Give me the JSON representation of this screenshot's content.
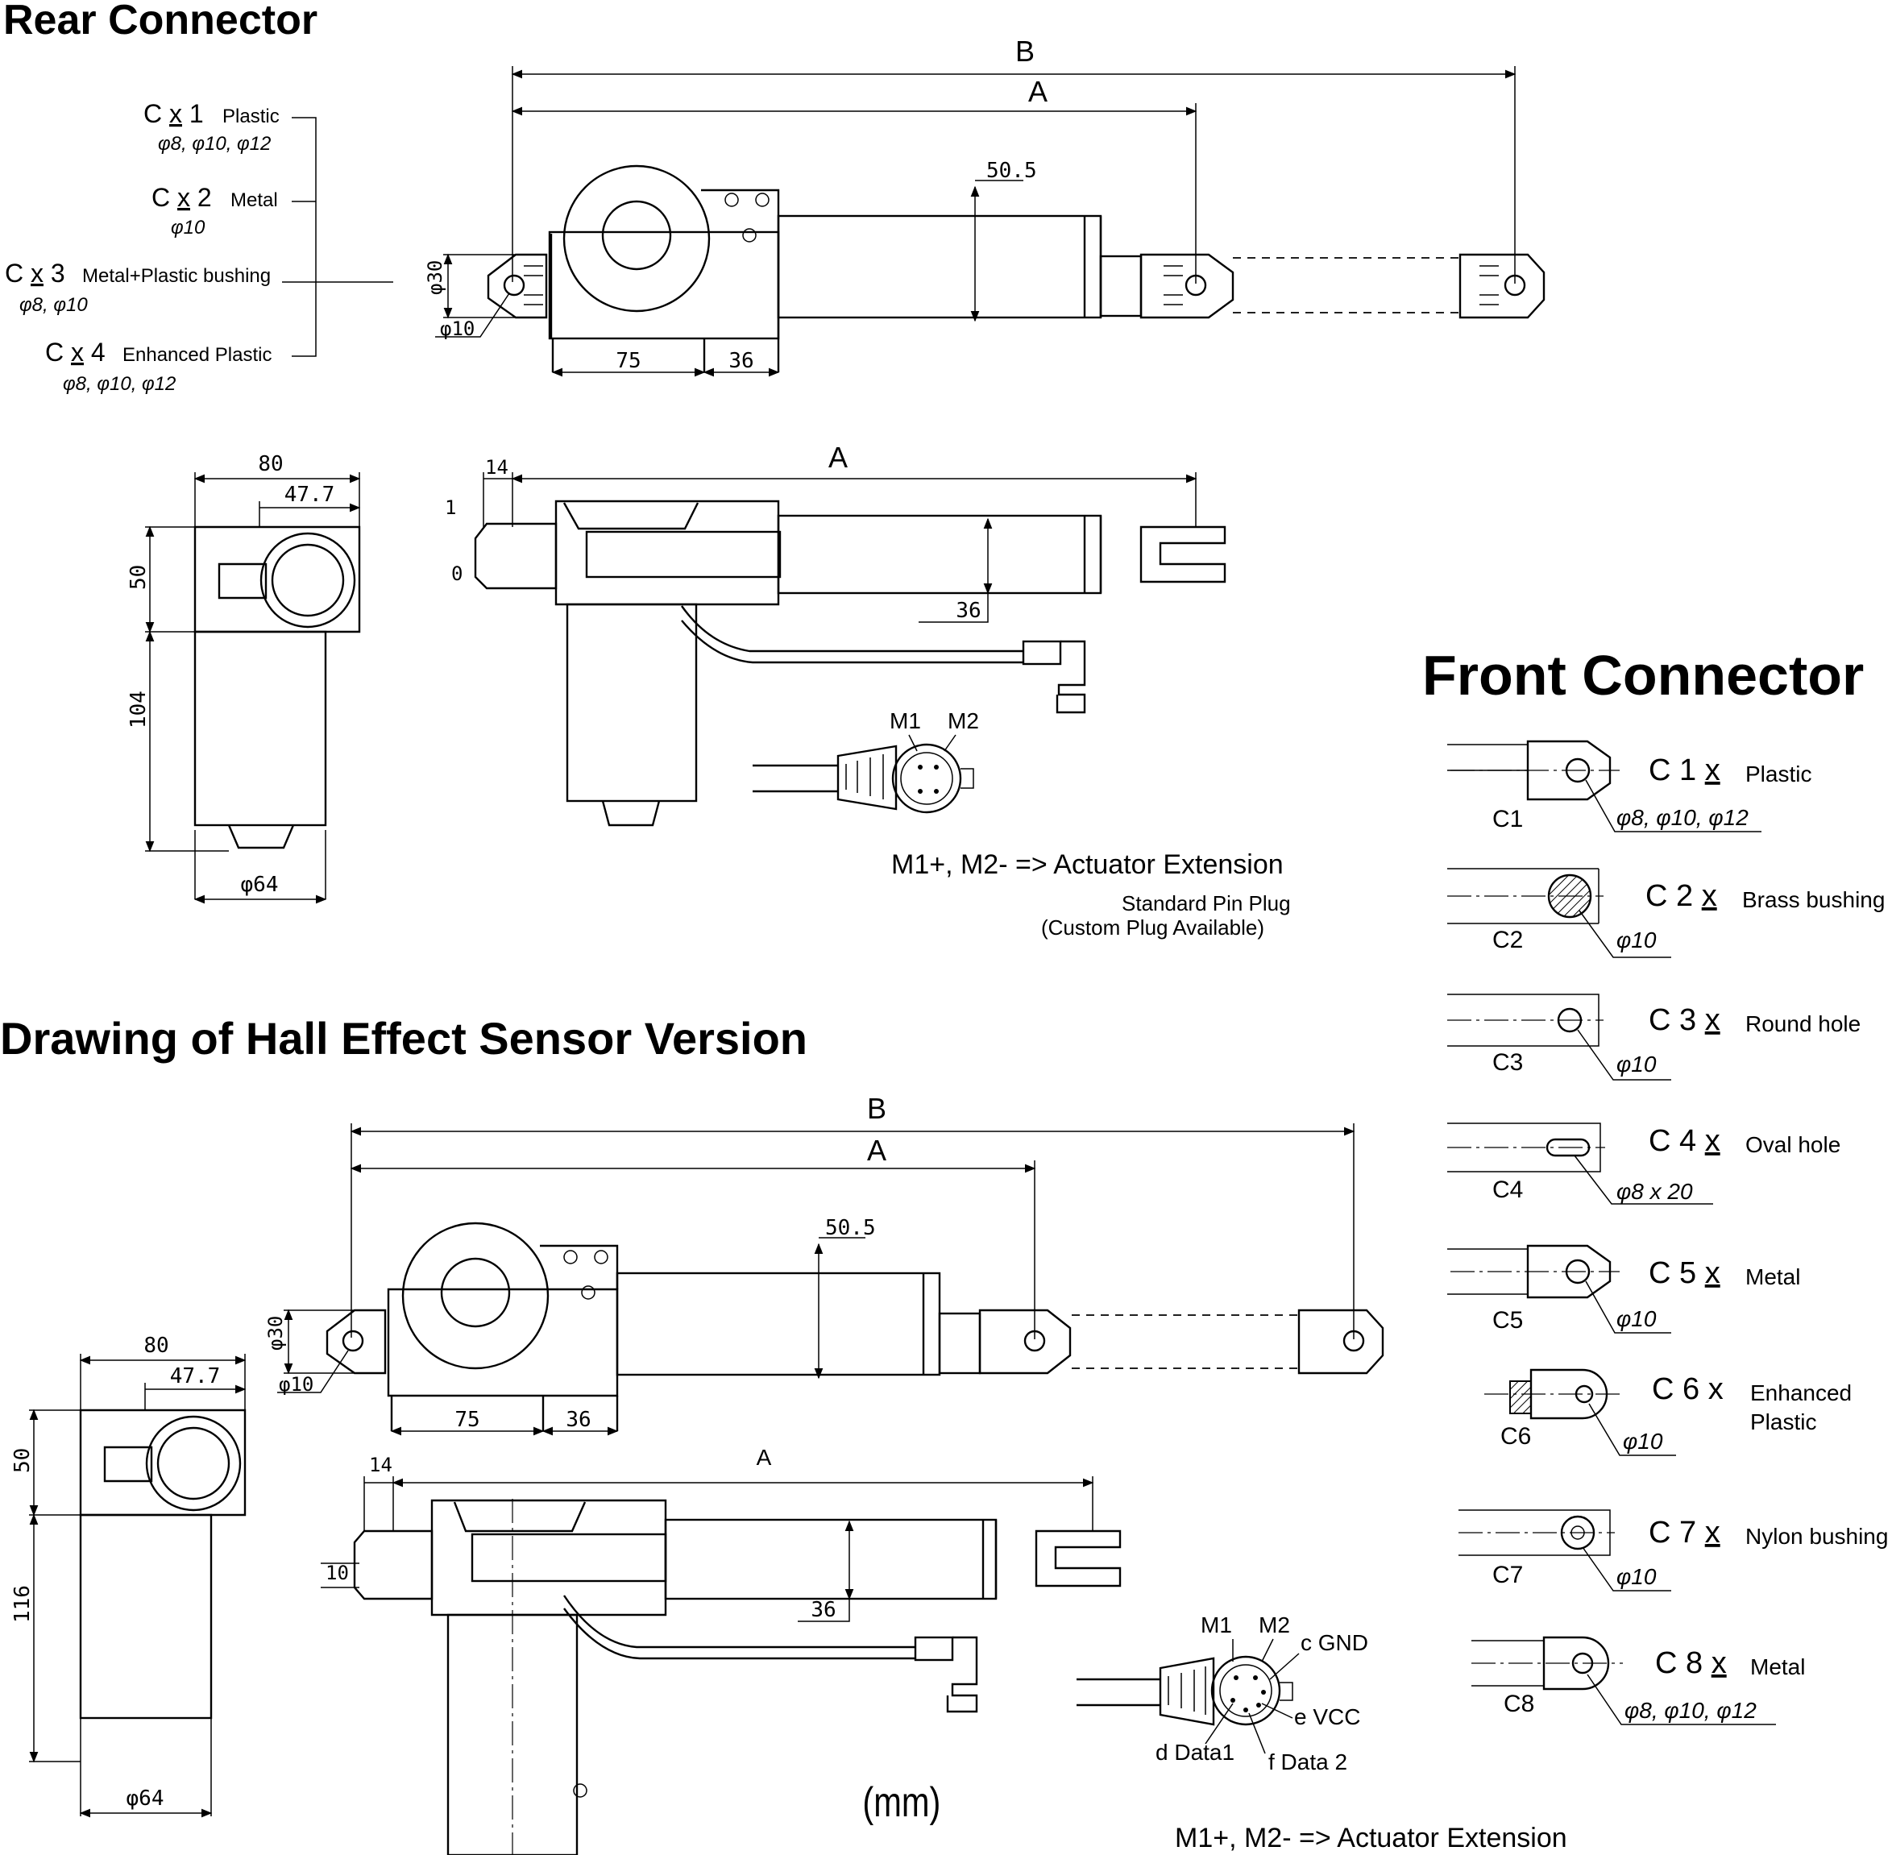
{
  "titles": {
    "rear": "Rear Connector",
    "hall": "Drawing of Hall Effect Sensor Version",
    "front": "Front Connector"
  },
  "rear_options": [
    {
      "prefix": "C ",
      "x": "x",
      "num": " 1",
      "desc": "Plastic",
      "sizes": "φ8, φ10, φ12"
    },
    {
      "prefix": "C ",
      "x": "x",
      "num": " 2",
      "desc": "Metal",
      "sizes": "φ10"
    },
    {
      "prefix": "C ",
      "x": "x",
      "num": " 3",
      "desc": "Metal+Plastic bushing",
      "sizes": "φ8, φ10"
    },
    {
      "prefix": "C ",
      "x": "x",
      "num": " 4",
      "desc": "Enhanced Plastic",
      "sizes": "φ8, φ10, φ12"
    }
  ],
  "front_options": [
    {
      "code": "C 1",
      "x": "x",
      "desc": "Plastic",
      "desc2": "",
      "sizes": "φ8, φ10, φ12",
      "tag": "C1"
    },
    {
      "code": "C 2",
      "x": "x",
      "desc": "Brass bushing",
      "desc2": "",
      "sizes": "φ10",
      "tag": "C2"
    },
    {
      "code": "C 3",
      "x": "x",
      "desc": "Round hole",
      "desc2": "",
      "sizes": "φ10",
      "tag": "C3"
    },
    {
      "code": "C 4",
      "x": "x",
      "desc": "Oval hole",
      "desc2": "",
      "sizes": "φ8 x 20",
      "tag": "C4"
    },
    {
      "code": "C 5",
      "x": "x",
      "desc": "Metal",
      "desc2": "",
      "sizes": "φ10",
      "tag": "C5"
    },
    {
      "code": "C 6",
      "x": "x",
      "desc": "Enhanced",
      "desc2": "Plastic",
      "sizes": "φ10",
      "tag": "C6"
    },
    {
      "code": "C 7",
      "x": "x",
      "desc": "Nylon bushing",
      "desc2": "",
      "sizes": "φ10",
      "tag": "C7"
    },
    {
      "code": "C 8",
      "x": "x",
      "desc": "Metal",
      "desc2": "",
      "sizes": "φ8, φ10, φ12",
      "tag": "C8"
    }
  ],
  "dims": {
    "B": "B",
    "A": "A",
    "d50_5": "50.5",
    "d30": "φ30",
    "d10": "φ10",
    "d75": "75",
    "d36": "36",
    "d80": "80",
    "d47_7": "47.7",
    "d50": "50",
    "d104": "104",
    "d116": "116",
    "d64": "φ64",
    "d14": "14",
    "d1": "1",
    "d0": "0",
    "d10plain": "10"
  },
  "plug": {
    "m1": "M1",
    "m2": "M2",
    "note": "M1+, M2- => Actuator Extension",
    "std": "Standard Pin Plug",
    "custom": "(Custom Plug Available)",
    "gnd": "c GND",
    "vcc": "e VCC",
    "data1": "d Data1",
    "data2": "f Data 2"
  },
  "unit": "(mm)"
}
